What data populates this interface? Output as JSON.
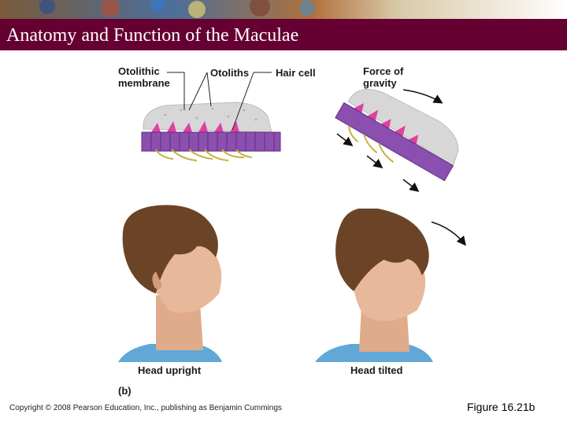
{
  "slide": {
    "title": "Anatomy and Function of the Maculae",
    "copyright": "Copyright © 2008 Pearson Education, Inc., publishing as Benjamin Cummings",
    "figure_ref": "Figure 16.21b"
  },
  "labels": {
    "otolithic_membrane_line1": "Otolithic",
    "otolithic_membrane_line2": "membrane",
    "otoliths": "Otoliths",
    "hair_cell": "Hair cell",
    "force_line1": "Force of",
    "force_line2": "gravity",
    "head_upright": "Head upright",
    "head_tilted": "Head tilted",
    "panel": "(b)"
  },
  "colors": {
    "title_bar": "#660033",
    "hair_cell_body": "#8b4fb0",
    "stereocilia": "#e040a0",
    "otolithic_gel": "#d7d7d7",
    "nerve_fiber": "#c8b040",
    "hair_brown": "#6b4428",
    "skin": "#e8b89a",
    "shirt": "#5fa8d8"
  }
}
